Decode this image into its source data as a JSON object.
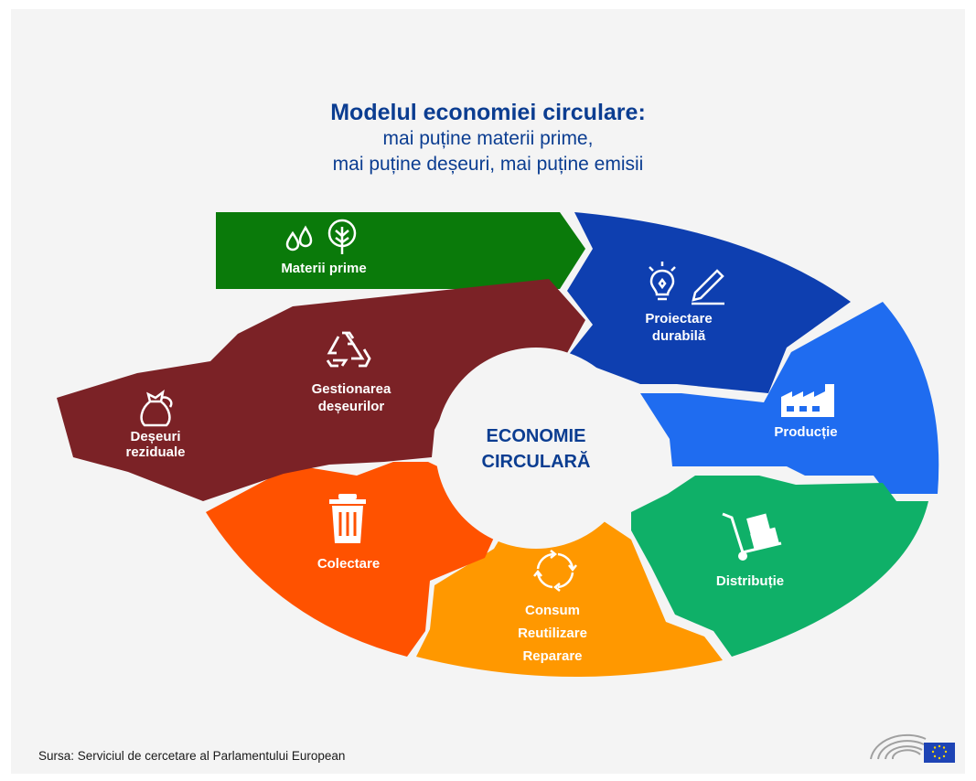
{
  "title": {
    "main": "Modelul economiei circulare:",
    "sub1": "mai puține materii prime,",
    "sub2": "mai puține deșeuri, mai puține emisii"
  },
  "center": {
    "line1": "ECONOMIE",
    "line2": "CIRCULARĂ"
  },
  "segments": {
    "materii_prime": {
      "label": "Materii prime",
      "color": "#0a7a0a",
      "icons": [
        "water-drops-icon",
        "tree-icon"
      ]
    },
    "proiectare": {
      "line1": "Proiectare",
      "line2": "durabilă",
      "color": "#0e3fb0",
      "icons": [
        "lightbulb-icon",
        "pencil-icon"
      ]
    },
    "productie": {
      "label": "Producție",
      "color": "#1f6cf0",
      "icons": [
        "factory-icon"
      ]
    },
    "distributie": {
      "label": "Distribuție",
      "color": "#0fb068",
      "icons": [
        "hand-truck-icon"
      ]
    },
    "consum": {
      "line1": "Consum",
      "line2": "Reutilizare",
      "line3": "Reparare",
      "color": "#ff9800",
      "icons": [
        "cycle-arrows-icon"
      ]
    },
    "colectare": {
      "label": "Colectare",
      "color": "#ff5200",
      "icons": [
        "trash-bin-icon"
      ]
    },
    "gestionarea": {
      "line1": "Gestionarea",
      "line2": "deșeurilor",
      "color": "#7b2226",
      "icons": [
        "recycle-icon"
      ]
    },
    "deseuri": {
      "line1": "Deșeuri",
      "line2": "reziduale",
      "color": "#7b2226",
      "icons": [
        "waste-bag-icon"
      ]
    }
  },
  "source": "Sursa: Serviciul de cercetare al Parlamentului European",
  "logo": {
    "flag_color": "#1e44b5",
    "star_color": "#ffd400"
  }
}
